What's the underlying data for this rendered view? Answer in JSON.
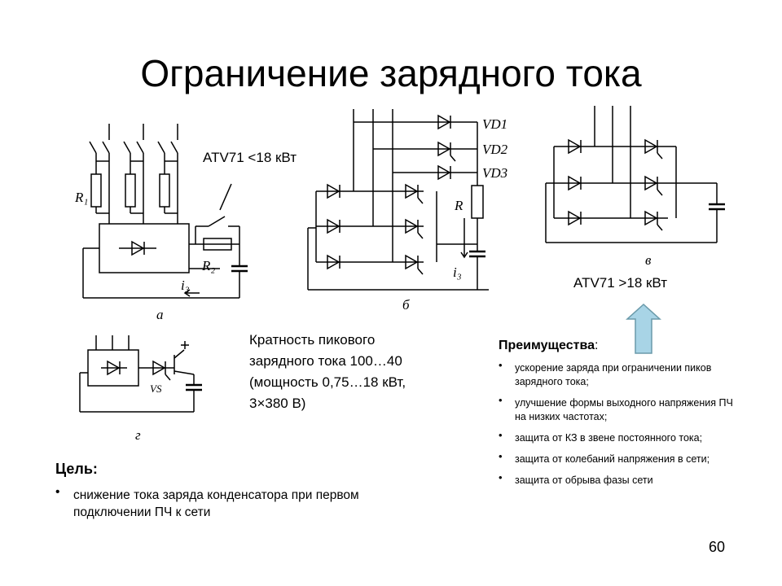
{
  "slide": {
    "title": "Ограничение зарядного тока",
    "page_number": "60"
  },
  "diagram_a": {
    "caption": "а",
    "r1": "R₁",
    "r2": "R₂",
    "i3": "i₃",
    "note": "ATV71 <18 кВт"
  },
  "diagram_b": {
    "caption": "б",
    "vd1": "VD1",
    "vd2": "VD2",
    "vd3": "VD3",
    "r": "R",
    "i3": "i₃"
  },
  "diagram_v": {
    "caption": "в",
    "note": "ATV71 >18 кВт"
  },
  "diagram_g": {
    "caption": "г",
    "vs": "VS"
  },
  "ratio_text": {
    "line1": "Кратность пикового",
    "line2": "зарядного тока 100…40",
    "line3": "(мощность 0,75…18 кВт,",
    "line4": "3×380 В)"
  },
  "advantages": {
    "heading": "Преимущества",
    "colon": ":",
    "items": [
      "ускорение заряда при ограничении пиков зарядного тока;",
      "улучшение формы выходного напряжения ПЧ на низких частотах;",
      "защита от КЗ в звене постоянного тока;",
      "защита от колебаний напряжения в сети;",
      "защита от обрыва фазы сети"
    ]
  },
  "goal": {
    "heading": "Цель:",
    "text": "снижение тока заряда конденсатора при первом подключении ПЧ к сети"
  },
  "colors": {
    "arrow_fill": "#a8d4e6",
    "arrow_stroke": "#6a9aaa"
  }
}
